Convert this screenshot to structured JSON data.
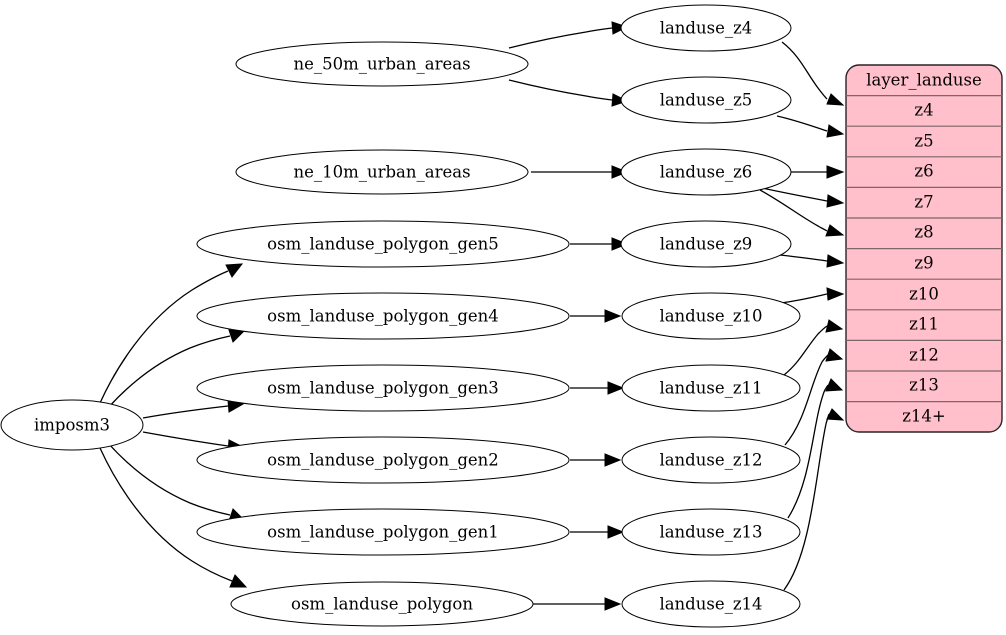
{
  "diagram": {
    "type": "directed-graph",
    "background_color": "#ffffff",
    "table": {
      "name": "layer_landuse",
      "header": "layer_landuse",
      "fill_color": "#ffc0cb",
      "border_color": "#2a2226",
      "rows": [
        "z4",
        "z5",
        "z6",
        "z7",
        "z8",
        "z9",
        "z10",
        "z11",
        "z12",
        "z13",
        "z14+"
      ]
    },
    "sources": [
      {
        "id": "imposm3",
        "label": "imposm3"
      },
      {
        "id": "ne_50m_urban_areas",
        "label": "ne_50m_urban_areas"
      },
      {
        "id": "ne_10m_urban_areas",
        "label": "ne_10m_urban_areas"
      },
      {
        "id": "osm_landuse_polygon_gen5",
        "label": "osm_landuse_polygon_gen5"
      },
      {
        "id": "osm_landuse_polygon_gen4",
        "label": "osm_landuse_polygon_gen4"
      },
      {
        "id": "osm_landuse_polygon_gen3",
        "label": "osm_landuse_polygon_gen3"
      },
      {
        "id": "osm_landuse_polygon_gen2",
        "label": "osm_landuse_polygon_gen2"
      },
      {
        "id": "osm_landuse_polygon_gen1",
        "label": "osm_landuse_polygon_gen1"
      },
      {
        "id": "osm_landuse_polygon",
        "label": "osm_landuse_polygon"
      }
    ],
    "intermediates": [
      {
        "id": "landuse_z4",
        "label": "landuse_z4"
      },
      {
        "id": "landuse_z5",
        "label": "landuse_z5"
      },
      {
        "id": "landuse_z6",
        "label": "landuse_z6"
      },
      {
        "id": "landuse_z9",
        "label": "landuse_z9"
      },
      {
        "id": "landuse_z10",
        "label": "landuse_z10"
      },
      {
        "id": "landuse_z11",
        "label": "landuse_z11"
      },
      {
        "id": "landuse_z12",
        "label": "landuse_z12"
      },
      {
        "id": "landuse_z13",
        "label": "landuse_z13"
      },
      {
        "id": "landuse_z14",
        "label": "landuse_z14"
      }
    ],
    "edges": [
      {
        "from": "ne_50m_urban_areas",
        "to": "landuse_z4"
      },
      {
        "from": "ne_50m_urban_areas",
        "to": "landuse_z5"
      },
      {
        "from": "ne_10m_urban_areas",
        "to": "landuse_z6"
      },
      {
        "from": "imposm3",
        "to": "osm_landuse_polygon_gen5"
      },
      {
        "from": "imposm3",
        "to": "osm_landuse_polygon_gen4"
      },
      {
        "from": "imposm3",
        "to": "osm_landuse_polygon_gen3"
      },
      {
        "from": "imposm3",
        "to": "osm_landuse_polygon_gen2"
      },
      {
        "from": "imposm3",
        "to": "osm_landuse_polygon_gen1"
      },
      {
        "from": "imposm3",
        "to": "osm_landuse_polygon"
      },
      {
        "from": "osm_landuse_polygon_gen5",
        "to": "landuse_z9"
      },
      {
        "from": "osm_landuse_polygon_gen4",
        "to": "landuse_z10"
      },
      {
        "from": "osm_landuse_polygon_gen3",
        "to": "landuse_z11"
      },
      {
        "from": "osm_landuse_polygon_gen2",
        "to": "landuse_z12"
      },
      {
        "from": "osm_landuse_polygon_gen1",
        "to": "landuse_z13"
      },
      {
        "from": "osm_landuse_polygon",
        "to": "landuse_z14"
      },
      {
        "from": "landuse_z4",
        "to": "layer_landuse:z4"
      },
      {
        "from": "landuse_z5",
        "to": "layer_landuse:z5"
      },
      {
        "from": "landuse_z6",
        "to": "layer_landuse:z6"
      },
      {
        "from": "landuse_z6",
        "to": "layer_landuse:z7"
      },
      {
        "from": "landuse_z6",
        "to": "layer_landuse:z8"
      },
      {
        "from": "landuse_z9",
        "to": "layer_landuse:z9"
      },
      {
        "from": "landuse_z10",
        "to": "layer_landuse:z10"
      },
      {
        "from": "landuse_z11",
        "to": "layer_landuse:z11"
      },
      {
        "from": "landuse_z12",
        "to": "layer_landuse:z12"
      },
      {
        "from": "landuse_z13",
        "to": "layer_landuse:z13"
      },
      {
        "from": "landuse_z14",
        "to": "layer_landuse:z14+"
      }
    ]
  }
}
